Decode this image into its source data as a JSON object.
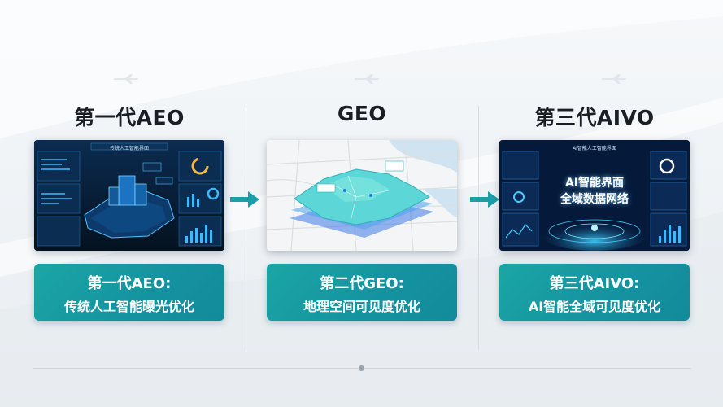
{
  "panels": [
    {
      "heading": "第一代AEO",
      "dashboard_title": "传统人工智能界面",
      "caption_title": "第一代AEO:",
      "caption_sub": "传统人工智能曝光优化"
    },
    {
      "heading": "GEO",
      "caption_title": "第二代GEO:",
      "caption_sub": "地理空间可见度优化"
    },
    {
      "heading": "第三代AIVO",
      "dashboard_title": "AI智能人工智能界面",
      "overlay_line1": "AI智能界面",
      "overlay_line2": "全域数据网络",
      "caption_title": "第三代AIVO:",
      "caption_sub": "AI智能全域可见度优化"
    }
  ],
  "colors": {
    "caption_teal": "#1aa6a5",
    "arrow_teal": "#1a9fa8",
    "dashboard_dark": "#061a33"
  },
  "icons": [
    "arrow-right-icon",
    "arrow-right-icon"
  ]
}
